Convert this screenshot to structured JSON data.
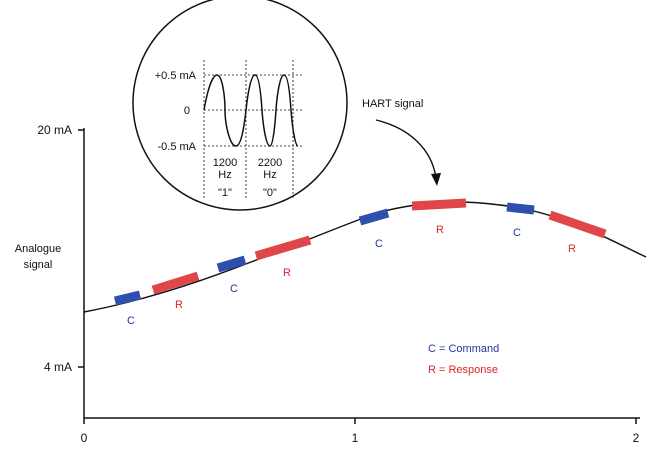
{
  "axis": {
    "y_top_label": "20 mA",
    "y_bottom_label": "4 mA",
    "x_ticks": [
      "0",
      "1",
      "2"
    ],
    "y_title_line1": "Analogue",
    "y_title_line2": "signal"
  },
  "inset": {
    "y_labels": [
      "+0.5 mA",
      "0",
      "-0.5 mA"
    ],
    "freq1": "1200",
    "freq1_unit": "Hz",
    "bit1": "\"1\"",
    "freq2": "2200",
    "freq2_unit": "Hz",
    "bit2": "\"0\""
  },
  "callout": "HART signal",
  "segment_labels": {
    "command": "C",
    "response": "R"
  },
  "legend": {
    "command": "C = Command",
    "response": "R = Response"
  },
  "colors": {
    "command": "#2e4fae",
    "response": "#e0454a",
    "curve": "#111111"
  }
}
